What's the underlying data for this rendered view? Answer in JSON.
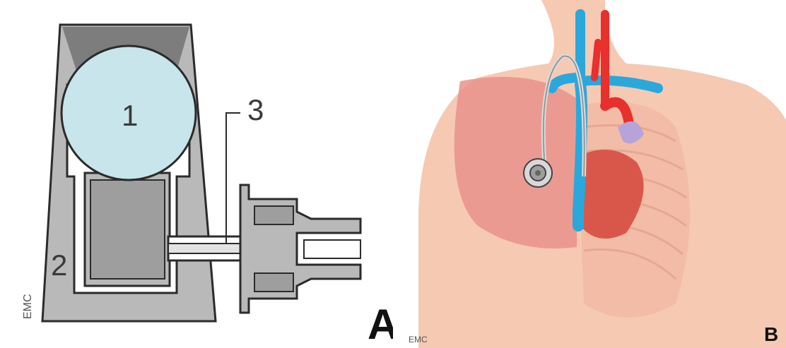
{
  "colors": {
    "housing": "#b9b9b9",
    "housing_dark": "#9e9e9e",
    "chamber": "#c7e5ea",
    "septum_top": "#7a7a7a",
    "skin": "#f6c9b3",
    "muscle": "#e9928c",
    "vein": "#2aa8dc",
    "artery": "#e8302c",
    "port_catheter": "#d8d8d8"
  },
  "panel_a": {
    "label": "A",
    "logo": "EMC",
    "callouts": [
      {
        "id": "reservoir",
        "text": "1"
      },
      {
        "id": "housing",
        "text": "2"
      },
      {
        "id": "catheter",
        "text": "3"
      }
    ]
  },
  "panel_b": {
    "label": "B",
    "logo": "EMC"
  }
}
